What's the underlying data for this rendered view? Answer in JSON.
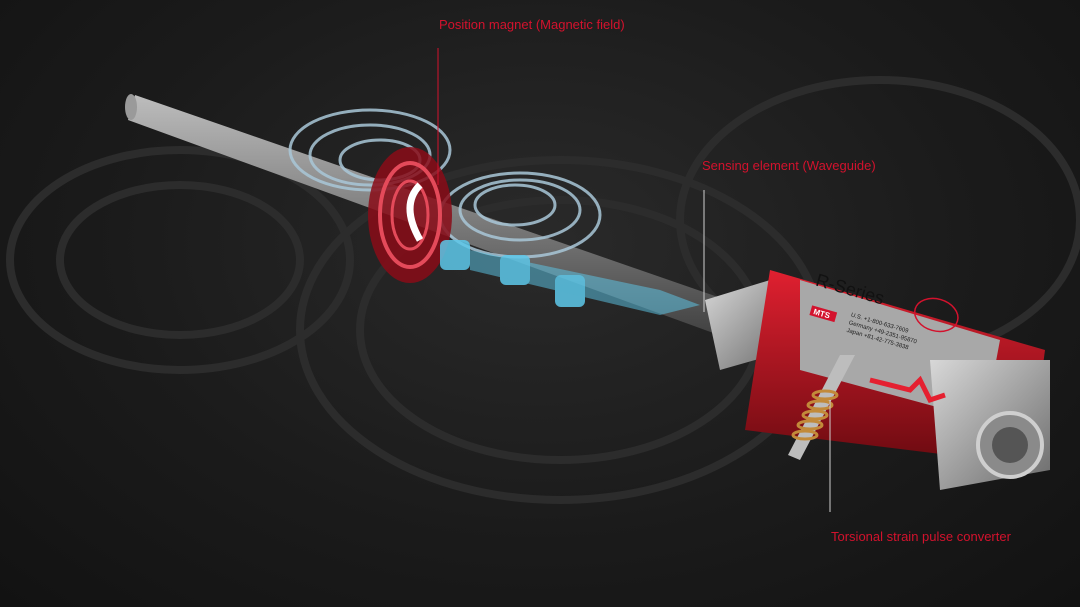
{
  "labels": {
    "magnet": "Position magnet (Magnetic field)",
    "waveguide": "Sensing element (Waveguide)",
    "converter": "Torsional strain pulse converter"
  },
  "sensor_plate": {
    "series": "R-Series",
    "brand": "MTS",
    "phone_us": "U.S. +1-800-633-7609",
    "phone_de": "Germany +49-2351-95870",
    "phone_jp": "Japan +81-42-775-3838"
  },
  "colors": {
    "label": "#d3122d",
    "housing_red": "#b3121f",
    "field_blue": "#5ec8ea",
    "background": "#1b1b1b"
  }
}
